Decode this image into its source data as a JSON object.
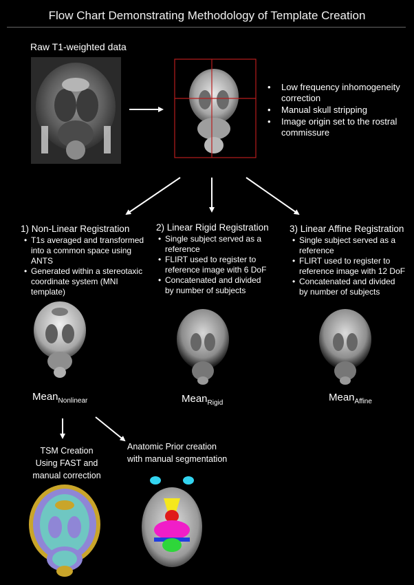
{
  "title": "Flow Chart Demonstrating Methodology of Template Creation",
  "raw_label": "Raw T1-weighted data",
  "preprocessing_steps": [
    "Low frequency inhomogeneity correction",
    "Manual skull stripping",
    "Image origin set to the rostral commissure"
  ],
  "methods": [
    {
      "heading": "1) Non-Linear Registration",
      "bullets": [
        "T1s averaged and transformed into a common space using ANTS",
        "Generated within a stereotaxic coordinate system (MNI template)"
      ],
      "mean_base": "Mean",
      "mean_sub": "Nonlinear"
    },
    {
      "heading": "2) Linear Rigid Registration",
      "bullets": [
        "Single subject served as a reference",
        "FLIRT used to register to reference image with 6 DoF",
        "Concatenated and divided by number of subjects"
      ],
      "mean_base": "Mean",
      "mean_sub": "Rigid"
    },
    {
      "heading": "3) Linear Affine Registration",
      "bullets": [
        "Single subject served as a reference",
        "FLIRT used to register to reference image with 12 DoF",
        "Concatenated and divided by number of subjects"
      ],
      "mean_base": "Mean",
      "mean_sub": "Affine"
    }
  ],
  "tsm_label": [
    "TSM Creation",
    "Using FAST and",
    "manual correction"
  ],
  "prior_label": [
    "Anatomic Prior creation",
    "with manual segmentation"
  ],
  "colors": {
    "arrow": "#ffffff",
    "crosshair": "#b81d1d",
    "tsm_teal": "#6fc7c2",
    "tsm_purple": "#8f86d6",
    "tsm_gold": "#c9a52a",
    "seg_cyan": "#33d4f0",
    "seg_yellow": "#f5e81e",
    "seg_red": "#e01a1a",
    "seg_magenta": "#f01ec8",
    "seg_blue": "#1f3de0",
    "seg_green": "#2ed63a"
  }
}
